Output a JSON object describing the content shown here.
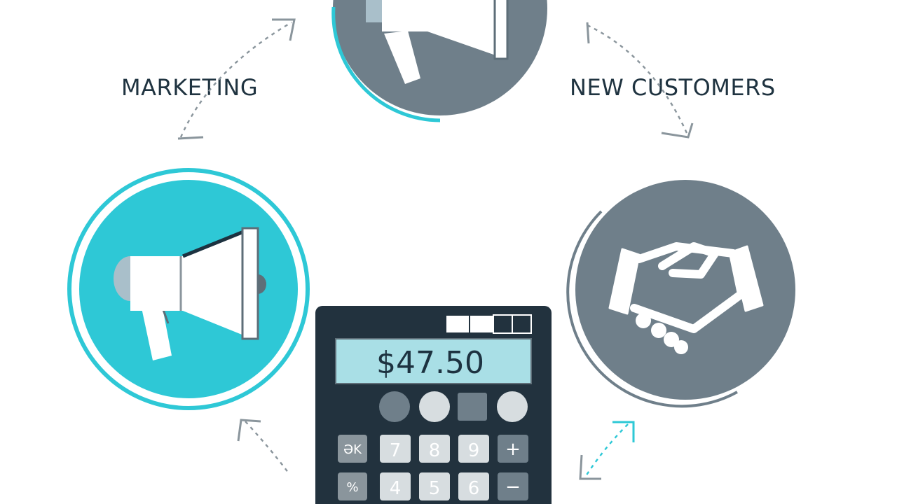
{
  "labels": {
    "marketing": "MARKETING",
    "new_customers": "NEW CUSTOMERS"
  },
  "calculator": {
    "display": "$47.50",
    "keys_row1": [
      "ƏK",
      "7",
      "8",
      "9",
      "+"
    ],
    "keys_row2": [
      "%",
      "4",
      "5",
      "6",
      "−"
    ]
  },
  "colors": {
    "teal": "#2ec8d6",
    "slate": "#6f7f8a",
    "dark": "#22323e",
    "lcd": "#a9dfe6",
    "white": "#ffffff"
  },
  "icons": {
    "top": "megaphone-icon",
    "left": "megaphone-icon",
    "right": "handshake-icon",
    "bottom": "calculator-icon"
  }
}
